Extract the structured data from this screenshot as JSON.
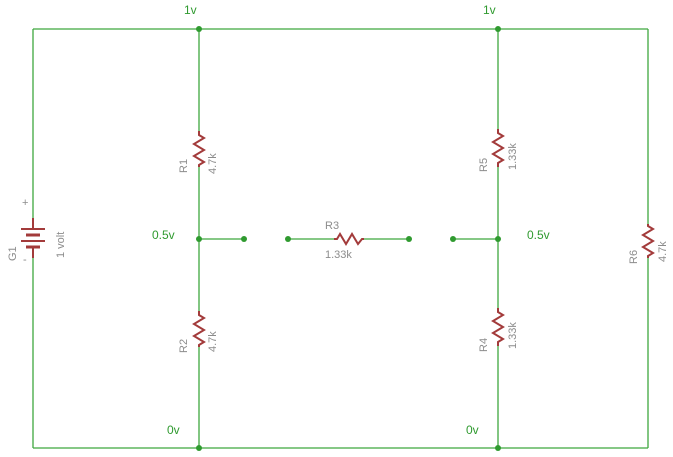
{
  "voltages": {
    "top_left": "1v",
    "top_right": "1v",
    "mid_left": "0.5v",
    "mid_right": "0.5v",
    "bottom_left": "0v",
    "bottom_right": "0v"
  },
  "components": {
    "g1": {
      "name": "G1",
      "value": "1 volt",
      "plus": "+",
      "minus": "-"
    },
    "r1": {
      "name": "R1",
      "value": "4.7k"
    },
    "r2": {
      "name": "R2",
      "value": "4.7k"
    },
    "r3": {
      "name": "R3",
      "value": "1.33k"
    },
    "r4": {
      "name": "R4",
      "value": "1.33k"
    },
    "r5": {
      "name": "R5",
      "value": "1.33k"
    },
    "r6": {
      "name": "R6",
      "value": "4.7k"
    }
  },
  "colors": {
    "wire": "#3fa83f",
    "resistor": "#a33b3b",
    "label": "#8c8c8c",
    "voltage_label": "#2f9a2f"
  }
}
